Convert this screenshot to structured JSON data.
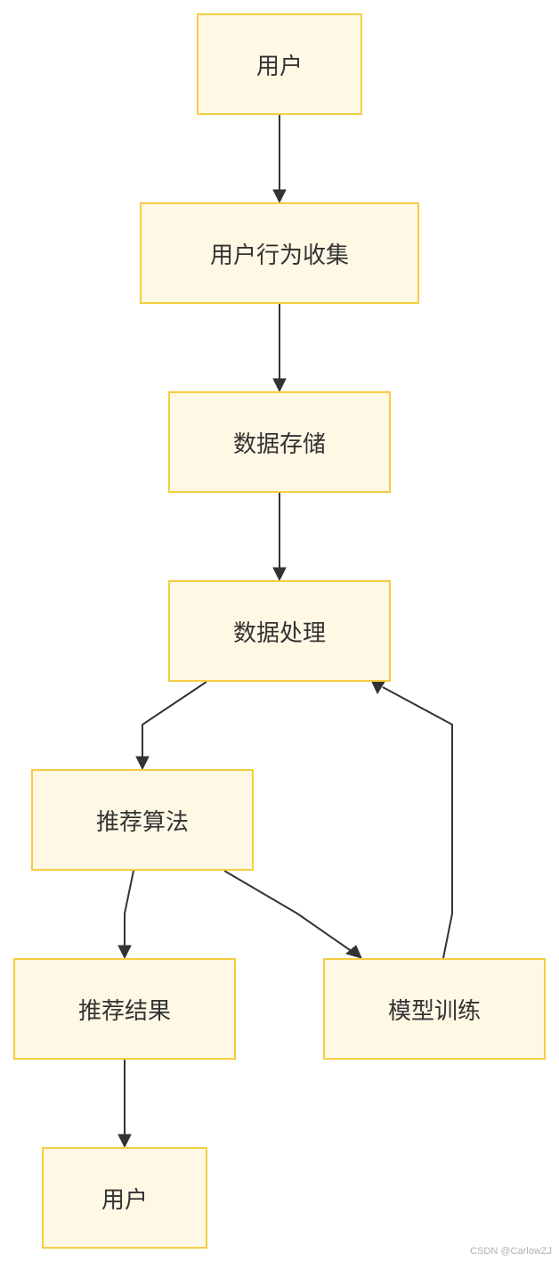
{
  "diagram": {
    "nodes": {
      "user_top": "用户",
      "collect": "用户行为收集",
      "storage": "数据存储",
      "processing": "数据处理",
      "algorithm": "推荐算法",
      "result": "推荐结果",
      "training": "模型训练",
      "user_bottom": "用户"
    },
    "edges": [
      {
        "from": "user_top",
        "to": "collect"
      },
      {
        "from": "collect",
        "to": "storage"
      },
      {
        "from": "storage",
        "to": "processing"
      },
      {
        "from": "processing",
        "to": "algorithm"
      },
      {
        "from": "algorithm",
        "to": "result"
      },
      {
        "from": "algorithm",
        "to": "training"
      },
      {
        "from": "training",
        "to": "processing"
      },
      {
        "from": "result",
        "to": "user_bottom"
      }
    ],
    "colors": {
      "node_fill": "#fff8e5",
      "node_border": "#f5cd40",
      "edge": "#333333",
      "text": "#333333"
    }
  },
  "watermark": "CSDN @CarlowZJ"
}
